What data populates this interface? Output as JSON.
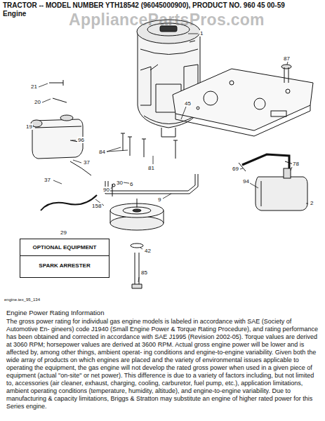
{
  "diagram": {
    "title": "TRACTOR -- MODEL NUMBER YTH18542 (96045000900), PRODUCT NO. 960 45 00-59",
    "nodes": [
      {
        "text": [
          "OPTIONAL EQUIPMENT",
          "SPARK ARRESTER"
        ]
      }
    ],
    "labels": [
      "Engine",
      "AppliancePartsPros.com",
      "1",
      "87",
      "21",
      "20",
      "45",
      "19",
      "96",
      "84",
      "81",
      "37",
      "37",
      "30",
      "90",
      "6",
      "9",
      "158",
      "42",
      "85",
      "69",
      "78",
      "94",
      "2",
      "29",
      "engine.tex_95_134",
      "Engine Power Rating Information",
      "The gross power rating for individual gas engine models is labeled in accordance with SAE (Society of Automotive En- gineers) code J1940 (Small Engine Power & Torque Rating Procedure), and rating performance has been obtained and corrected in accordance with SAE J1995 (Revision 2002-05). Torque values are derived at 3060 RPM; horsepower values are derived at 3600 RPM. Actual gross engine power will be lower and is affected by, among other things, ambient operat- ing conditions and engine-to-engine variability. Given both the wide array of products on which engines are placed and the variety of environmental issues applicable to operating the equipment, the gas engine will not develop the rated gross power when used in a given piece of equipment (actual \"on-site\" or net power). This difference is due to a variety of factors including, but not limited to, accessories (air cleaner, exhaust, charging, cooling, carburetor, fuel pump, etc.), application limitations, ambient operating conditions (temperature, humidity, altitude), and engine-to-engine variability. Due to manufacturing & capacity limitations, Briggs & Stratton may substitute an engine of higher rated power for this Series engine."
    ]
  }
}
